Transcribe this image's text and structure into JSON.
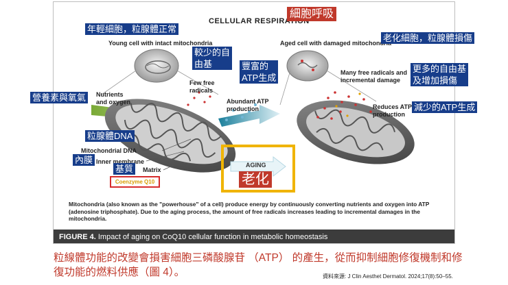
{
  "diagram": {
    "title": "CELLULAR RESPIRATION",
    "young_cell": "Young cell with intact mitochondria",
    "aged_cell": "Aged cell with damaged mitochondria",
    "nutrients": "Nutrients\nand oxygen",
    "few_radicals": "Few free\nradicals",
    "abundant_atp": "Abundant ATP\nproduction",
    "many_radicals": "Many free radicals and\nincremental damage",
    "reduces_atp": "Reduces ATP\nproduction",
    "mito_dna": "Mitochondrial DNA",
    "inner_membrane": "Inner membrane",
    "matrix": "Matrix",
    "coenzyme": "Coenzyme Q10",
    "aging": "AGING",
    "paragraph": "Mitochondria (also known as the \"powerhouse\" of a cell) produce energy by continuously converting nutrients and oxygen into ATP (adenosine triphosphate). Due to the aging process, the amount of free radicals increases leading to incremental damages in the mitochondria.",
    "figure_label": "FIGURE 4.",
    "figure_caption": "Impact of aging on CoQ10 cellular function in metabolic homeostasis"
  },
  "annotations": {
    "title_zh": "細胞呼吸",
    "young_zh": "年輕細胞，粒腺體正常",
    "fewer_radicals_zh": "較少的自\n由基",
    "rich_atp_zh": "豐富的\nATP生成",
    "nutrients_zh": "營養素與氧氣",
    "aged_zh": "老化細胞，粒腺體損傷",
    "more_radicals_zh": "更多的自由基\n及增加損傷",
    "less_atp_zh": "減少的ATP生成",
    "mito_dna_zh": "粒腺體DNA",
    "inner_membrane_zh": "內膜",
    "matrix_zh": "基質",
    "aging_zh": "老化"
  },
  "body_text": "粒線體功能的改變會損害細胞三磷酸腺苷 （ATP） 的產生，從而抑制細胞修復機制和修復功能的燃料供應（圖 4）。",
  "source": "資料來源: J Clin Aesthet Dermatol. 2024;17(8):50–55.",
  "colors": {
    "label_blue": "#173d8a",
    "label_red": "#c0392b",
    "highlight_yellow": "#f0b400",
    "caption_bar": "#3c3c3c"
  }
}
